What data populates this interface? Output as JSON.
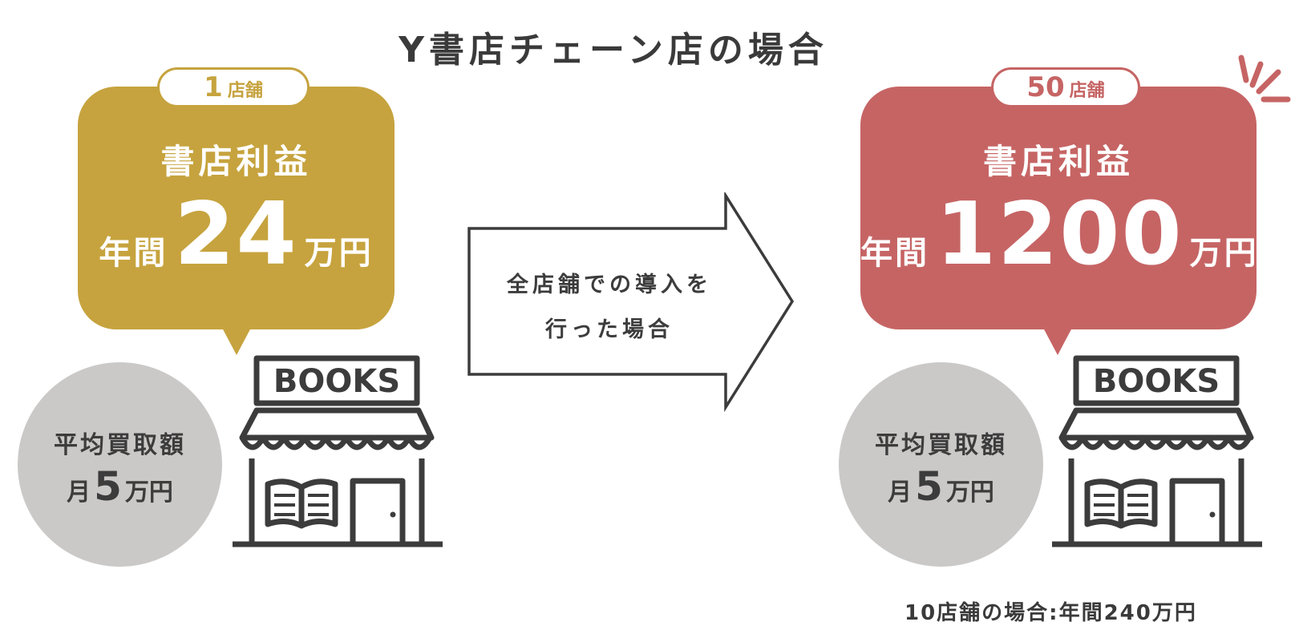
{
  "title": "Y書店チェーン店の場合",
  "left": {
    "badge_num": "1",
    "badge_unit": "店舗",
    "bubble_label": "書店利益",
    "amount_prefix": "年間",
    "amount_value": "24",
    "amount_suffix": "万円",
    "circle_line1": "平均買取額",
    "circle_prefix": "月",
    "circle_value": "5",
    "circle_suffix": "万円",
    "store_sign": "BOOKS",
    "color": "#c6a33e"
  },
  "arrow": {
    "line1": "全店舗での導入を",
    "line2": "行った場合"
  },
  "right": {
    "badge_num": "50",
    "badge_unit": "店舗",
    "bubble_label": "書店利益",
    "amount_prefix": "年間",
    "amount_value": "1200",
    "amount_suffix": "万円",
    "circle_line1": "平均買取額",
    "circle_prefix": "月",
    "circle_value": "5",
    "circle_suffix": "万円",
    "store_sign": "BOOKS",
    "color": "#c66464"
  },
  "note": "10店舗の場合:年間240万円"
}
